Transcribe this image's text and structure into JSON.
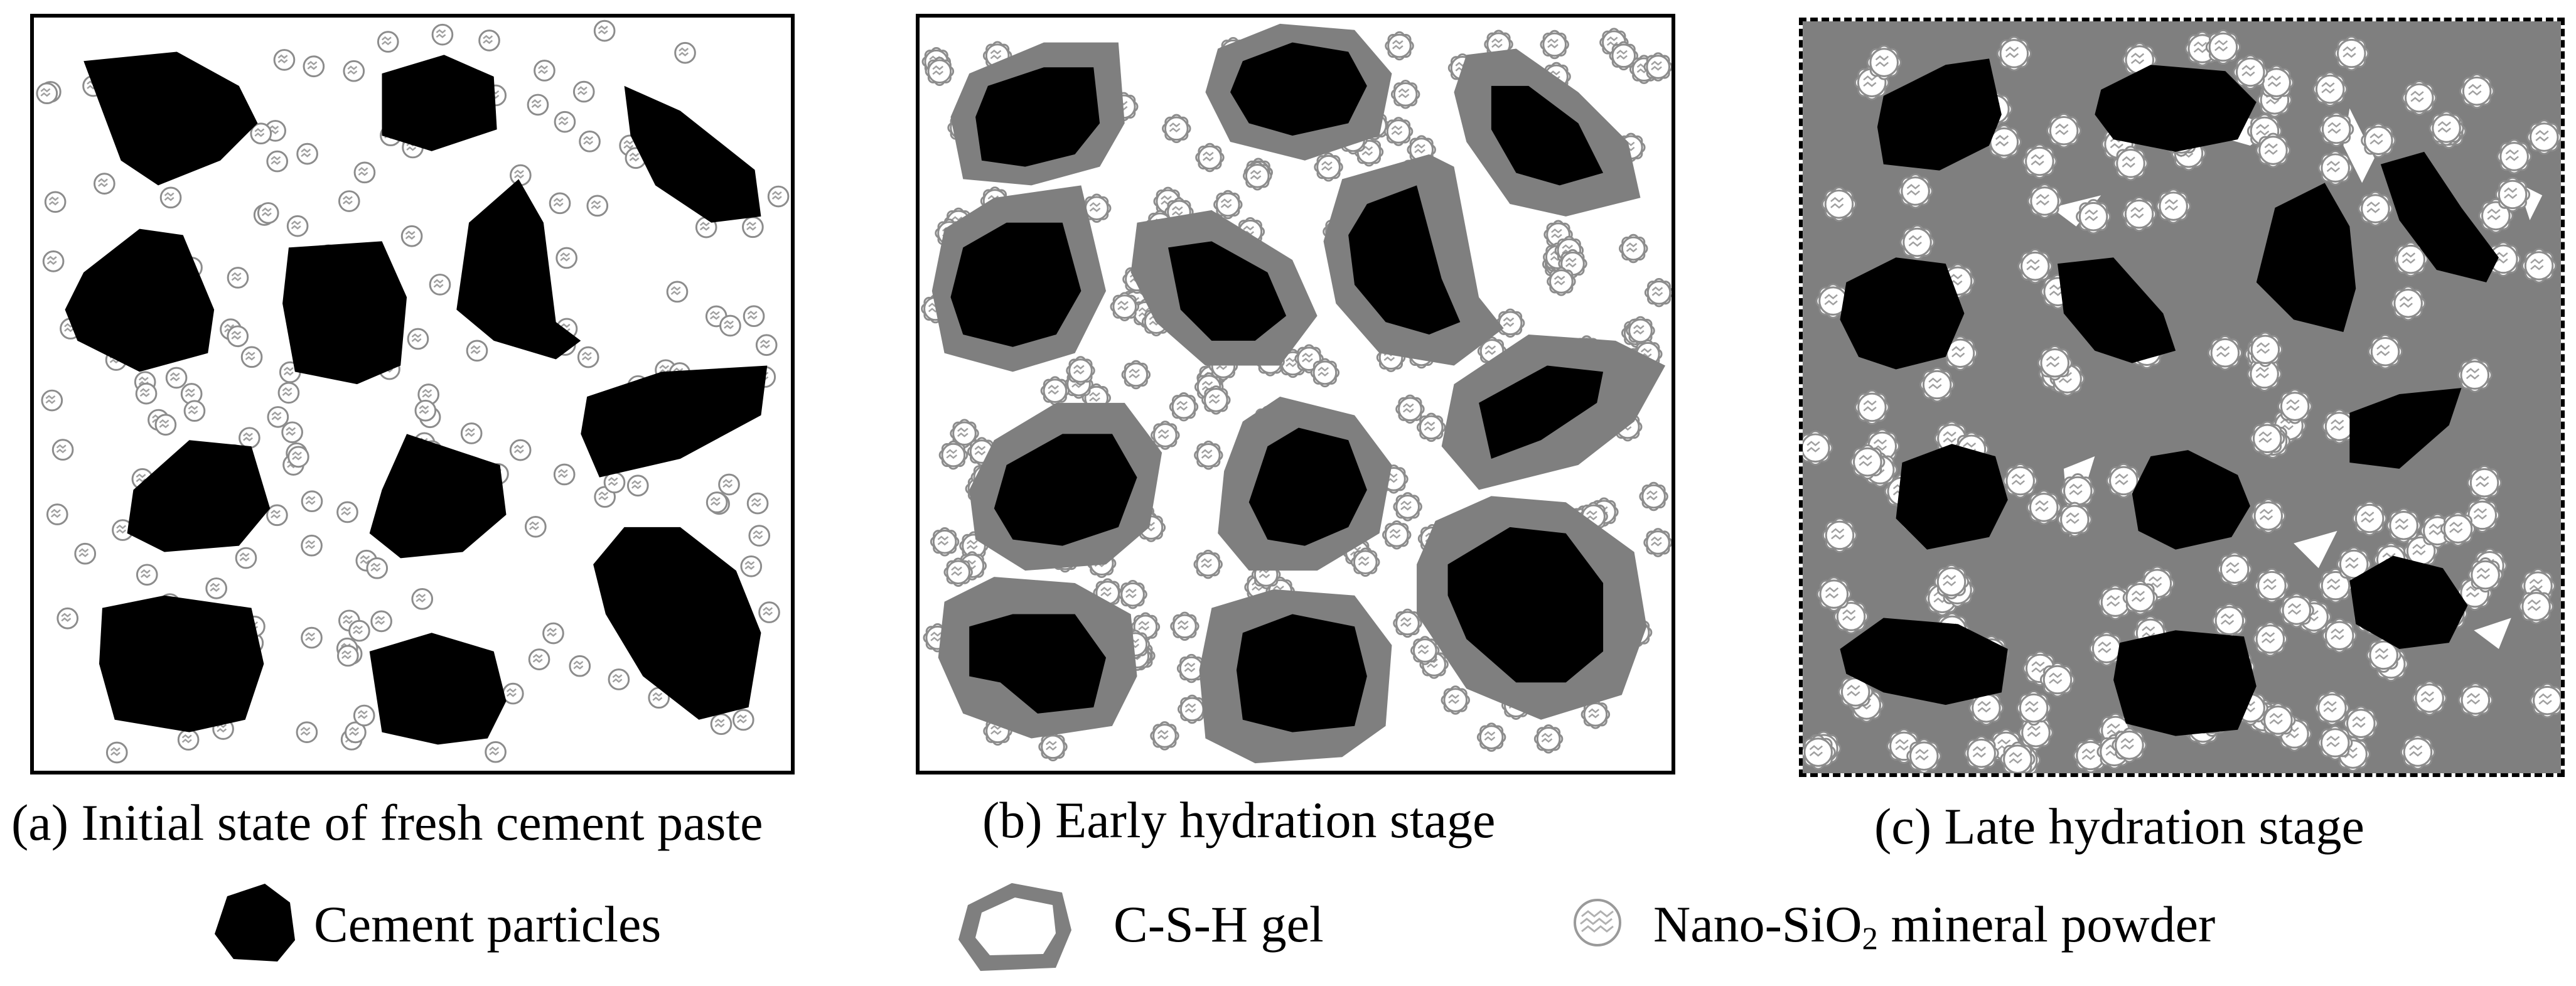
{
  "colors": {
    "cement": "#000000",
    "csh_gel": "#7f7f7f",
    "nano_outline": "#8c8c8c",
    "background": "#ffffff"
  },
  "panels": [
    {
      "caption": "(a) Initial state of fresh cement paste"
    },
    {
      "caption": "(b) Early hydration stage"
    },
    {
      "caption": "(c)  Late hydration stage"
    }
  ],
  "legend": {
    "cement": "Cement particles",
    "csh": "C-S-H gel",
    "nano_prefix": "Nano-SiO",
    "nano_sub": "2",
    "nano_suffix": " mineral powder"
  }
}
